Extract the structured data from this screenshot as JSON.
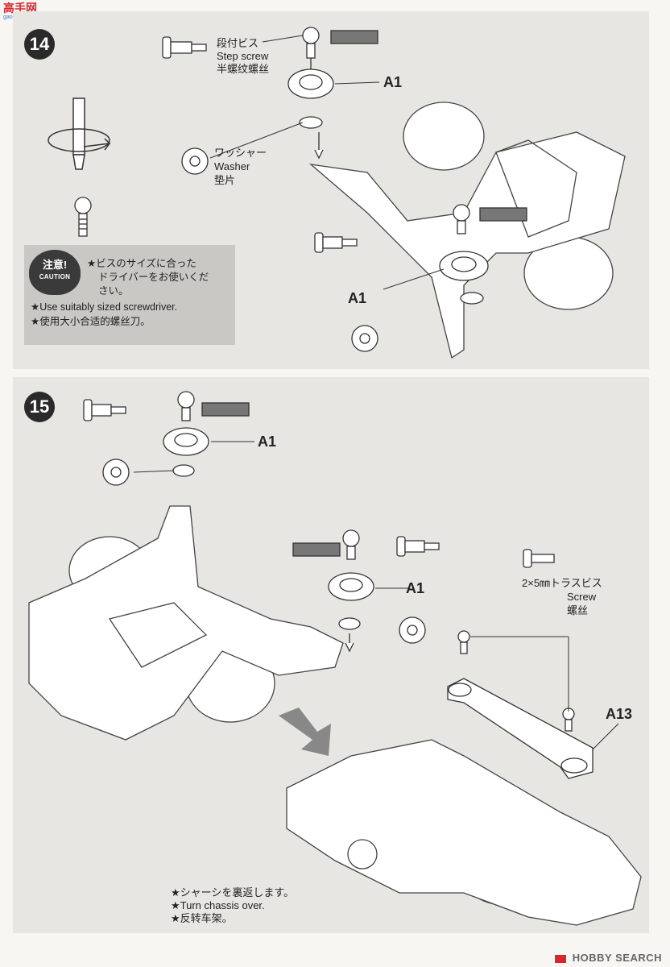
{
  "watermark_top": {
    "text": "高手网",
    "sub": "gao.shou.com"
  },
  "watermark_bottom": {
    "logo_text": "HOBBY SEARCH"
  },
  "step14": {
    "number": "14",
    "step_screw_jp": "段付ビス",
    "step_screw_en": "Step screw",
    "step_screw_cn": "半螺纹螺丝",
    "washer_jp": "ワッシャー",
    "washer_en": "Washer",
    "washer_cn": "垫片",
    "part_a1_top": "A1",
    "part_a1_bottom": "A1",
    "caution": {
      "badge_jp": "注意!",
      "badge_en": "CAUTION",
      "line_jp1": "★ビスのサイズに合った",
      "line_jp2": "ドライバーをお使いくだ",
      "line_jp3": "さい。",
      "line_en": "★Use suitably sized screwdriver.",
      "line_cn": "★使用大小合适的螺丝刀。"
    }
  },
  "step15": {
    "number": "15",
    "part_a1_left": "A1",
    "part_a1_right": "A1",
    "part_a13": "A13",
    "truss_screw_jp": "2×5㎜トラスビス",
    "truss_screw_en": "Screw",
    "truss_screw_cn": "螺丝",
    "turn_jp": "★シャーシを裏返します。",
    "turn_en": "★Turn chassis over.",
    "turn_cn": "★反转车架。"
  },
  "colors": {
    "panel": "#e7e6e3",
    "badge": "#2a2a2a",
    "caution_box": "#c9c8c4",
    "watermark_red": "#d8262c"
  }
}
